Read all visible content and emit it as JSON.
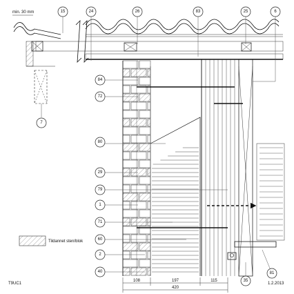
{
  "drawing_code": "T9UC1",
  "date": "1.2.2013",
  "note": "min. 30 mm",
  "legend_label": "Tildannet sten/blok",
  "dimensions": {
    "d1": "108",
    "d2": "197",
    "d3": "115",
    "total": "420"
  },
  "callouts": {
    "c15": "15",
    "c24": "24",
    "c26": "26",
    "c83": "83",
    "c25": "25",
    "c6": "6",
    "c7": "7",
    "c84": "84",
    "c72": "72",
    "c80": "80",
    "c29": "29",
    "c79": "79",
    "c1": "1",
    "c71": "71",
    "c60": "60",
    "c2": "2",
    "c40": "40",
    "c35": "35",
    "c81": "81"
  }
}
